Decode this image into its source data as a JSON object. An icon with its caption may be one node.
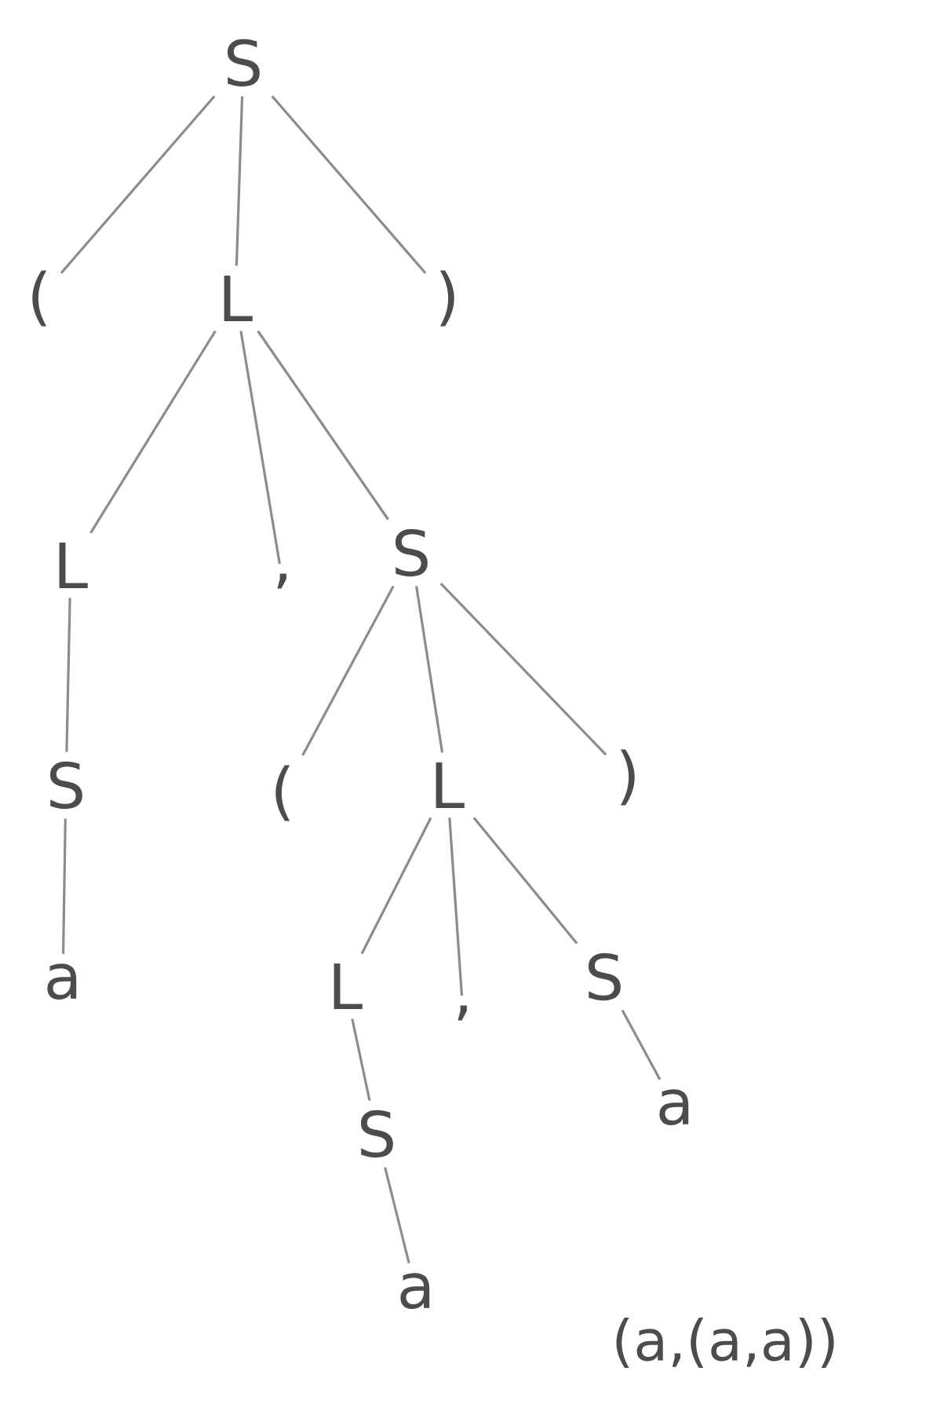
{
  "diagram": {
    "nodes": [
      {
        "text": [
          "S"
        ]
      },
      {
        "text": [
          "("
        ]
      },
      {
        "text": [
          "L"
        ]
      },
      {
        "text": [
          ")"
        ]
      },
      {
        "text": [
          "L"
        ]
      },
      {
        "text": [
          ","
        ]
      },
      {
        "text": [
          "S"
        ]
      },
      {
        "text": [
          "S"
        ]
      },
      {
        "text": [
          "("
        ]
      },
      {
        "text": [
          "L"
        ]
      },
      {
        "text": [
          ")"
        ]
      },
      {
        "text": [
          "a"
        ]
      },
      {
        "text": [
          "L"
        ]
      },
      {
        "text": [
          ","
        ]
      },
      {
        "text": [
          "S"
        ]
      },
      {
        "text": [
          "S"
        ]
      },
      {
        "text": [
          "a"
        ]
      },
      {
        "text": [
          "a"
        ]
      }
    ],
    "edges": [
      {
        "from": 0,
        "to": 1,
        "arrow": "none"
      },
      {
        "from": 0,
        "to": 2,
        "arrow": "none"
      },
      {
        "from": 0,
        "to": 3,
        "arrow": "none"
      },
      {
        "from": 2,
        "to": 4,
        "arrow": "none"
      },
      {
        "from": 2,
        "to": 5,
        "arrow": "none"
      },
      {
        "from": 2,
        "to": 6,
        "arrow": "none"
      },
      {
        "from": 4,
        "to": 7,
        "arrow": "none"
      },
      {
        "from": 7,
        "to": 11,
        "arrow": "none"
      },
      {
        "from": 6,
        "to": 8,
        "arrow": "none"
      },
      {
        "from": 6,
        "to": 9,
        "arrow": "none"
      },
      {
        "from": 6,
        "to": 10,
        "arrow": "none"
      },
      {
        "from": 9,
        "to": 12,
        "arrow": "none"
      },
      {
        "from": 9,
        "to": 13,
        "arrow": "none"
      },
      {
        "from": 9,
        "to": 14,
        "arrow": "none"
      },
      {
        "from": 12,
        "to": 15,
        "arrow": "none"
      },
      {
        "from": 15,
        "to": 17,
        "arrow": "none"
      },
      {
        "from": 14,
        "to": 16,
        "arrow": "none"
      }
    ],
    "labels": [
      "(a,(a,a))"
    ]
  }
}
